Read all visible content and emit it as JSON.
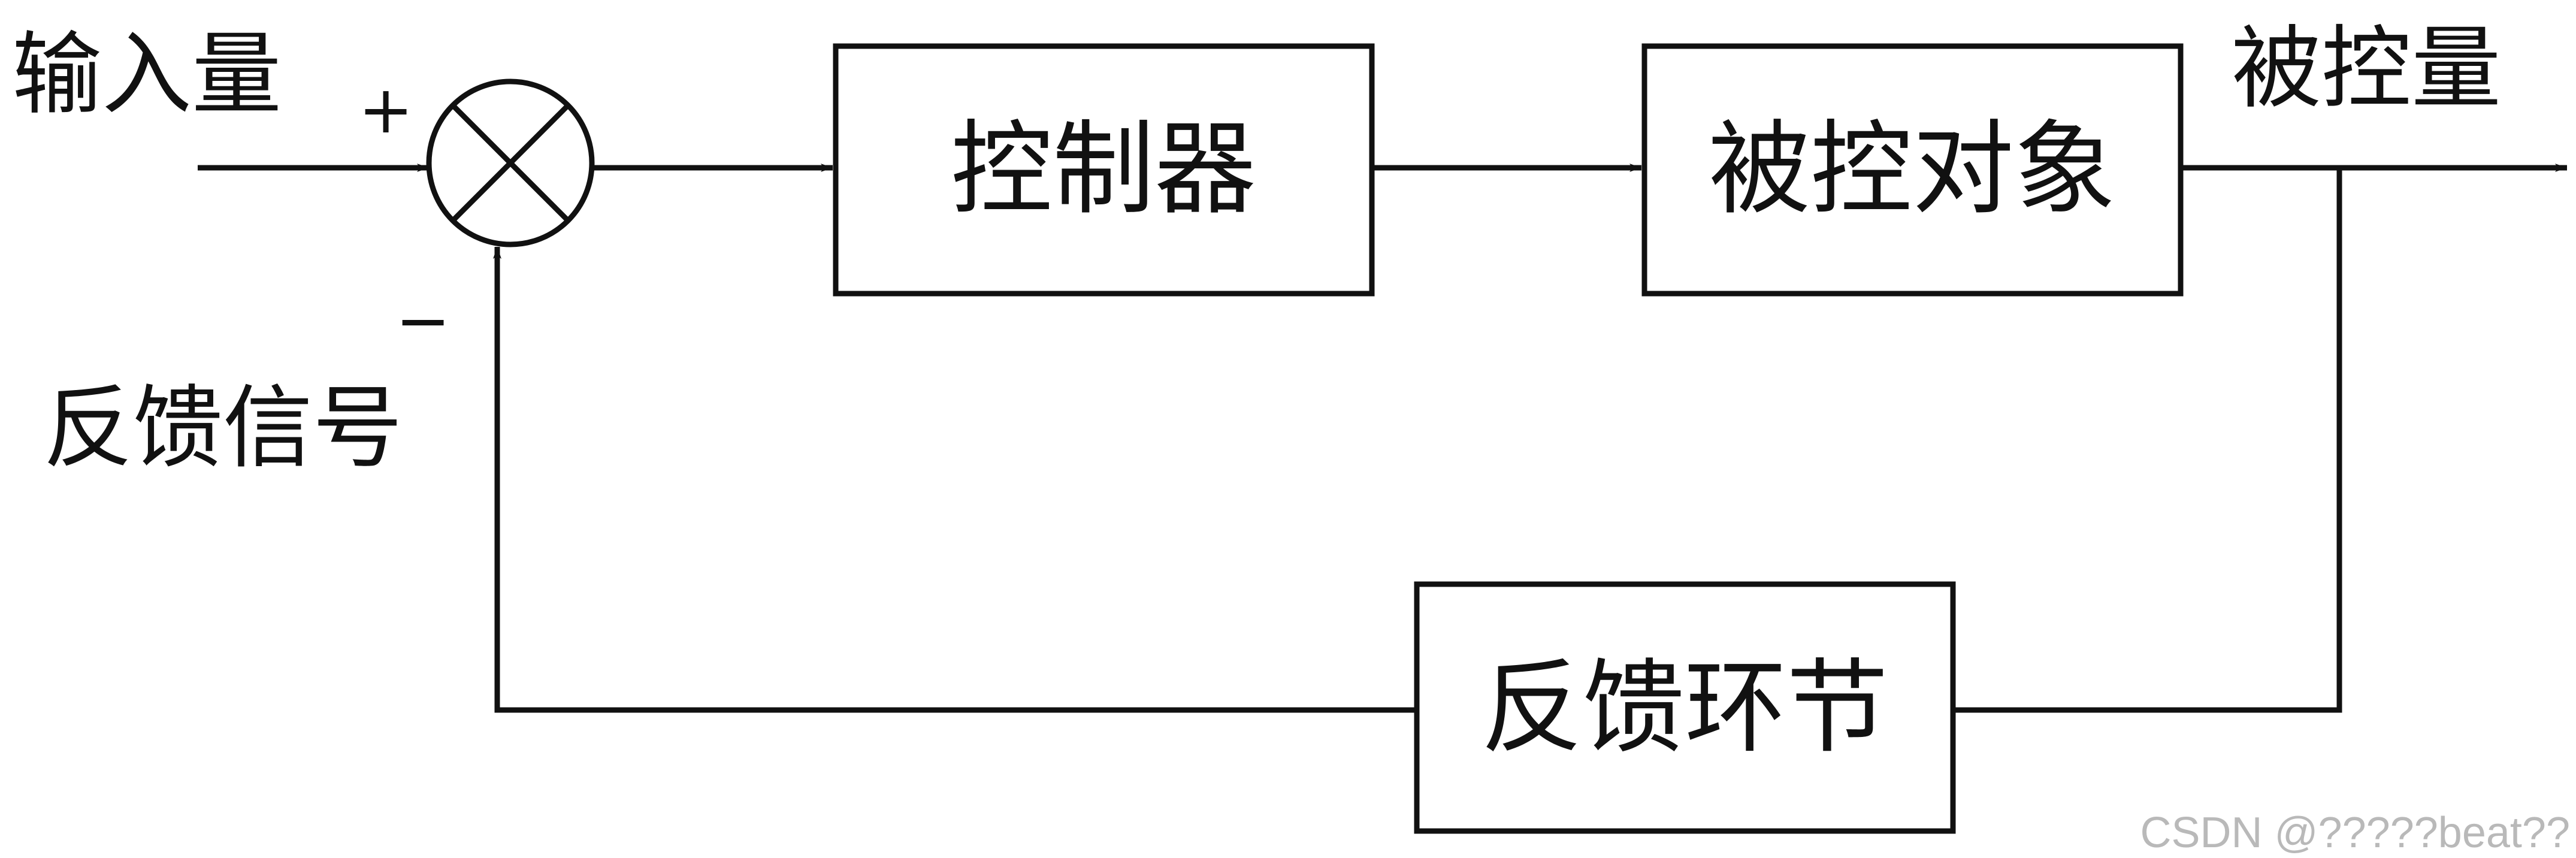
{
  "labels": {
    "input": "输入量",
    "output": "被控量",
    "feedback_signal": "反馈信号",
    "plus_sign": "+",
    "minus_sign": "−"
  },
  "blocks": {
    "controller": "控制器",
    "plant": "被控对象",
    "feedback": "反馈环节"
  },
  "watermark": "CSDN @?????beat??"
}
